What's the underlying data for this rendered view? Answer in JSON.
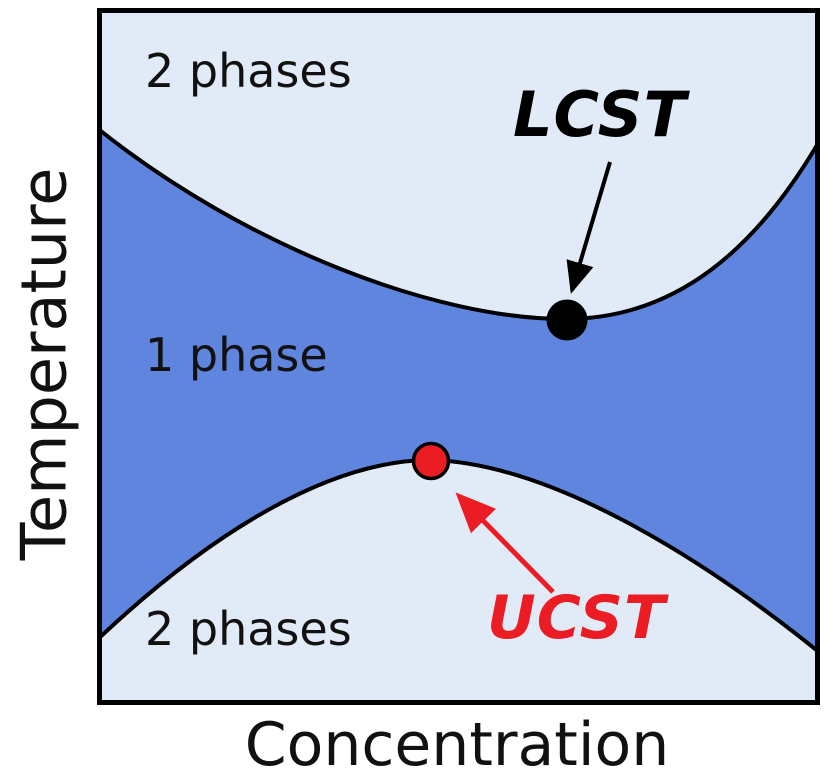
{
  "axes": {
    "y_label": "Temperature",
    "x_label": "Concentration"
  },
  "regions": {
    "top_two_phases": "2 phases",
    "one_phase": "1 phase",
    "bottom_two_phases": "2 phases"
  },
  "annotations": {
    "lcst_label": "LCST",
    "ucst_label": "UCST"
  },
  "colors": {
    "background": "#ffffff",
    "two_phase": "#e1ebf7",
    "one_phase": "#5f85de",
    "line": "#000000",
    "text": "#111111",
    "lcst": "#000000",
    "ucst": "#eb1c23"
  }
}
